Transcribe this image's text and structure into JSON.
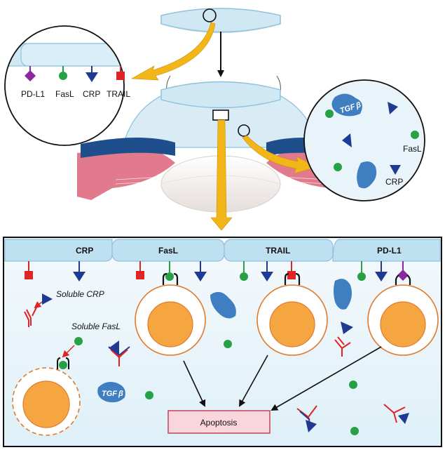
{
  "colors": {
    "cornea": "#cfe8f4",
    "cornea_edge": "#8fc1dc",
    "iris": "#1f4e8c",
    "pink": "#e07a8c",
    "panel_bg": "#e9f4fa",
    "endothelium": "#bfe0f0",
    "crp": "#1f3a93",
    "fasl": "#27a146",
    "trail": "#e02424",
    "pdl1": "#8a2aa0",
    "tgf": "#3f7fc1",
    "cell_outline": "#e07a2c",
    "nucleus": "#f6a641",
    "apoptosis_fill": "#f9d5dd",
    "apoptosis_stroke": "#c0394b",
    "arrow_gold": "#f2b619"
  },
  "zoom_left": {
    "labels": [
      "PD-L1",
      "FasL",
      "CRP",
      "TRAIL"
    ]
  },
  "zoom_right": {
    "tgf": "TGF",
    "tgf_symbol": "β",
    "fasl": "FasL",
    "crp": "CRP"
  },
  "panel": {
    "columns": [
      "CRP",
      "FasL",
      "TRAIL",
      "PD-L1"
    ],
    "soluble_crp": "Soluble CRP",
    "soluble_fasl": "Soluble FasL",
    "tgf": "TGF",
    "tgf_symbol": "β",
    "apoptosis": "Apoptosis"
  },
  "icons": {
    "crp": "blue-triangle-icon",
    "fasl": "green-circle-icon",
    "trail": "red-square-icon",
    "pdl1": "purple-diamond-icon",
    "tgf": "blue-bean-icon",
    "antibody": "y-shaped-receptor-icon"
  }
}
